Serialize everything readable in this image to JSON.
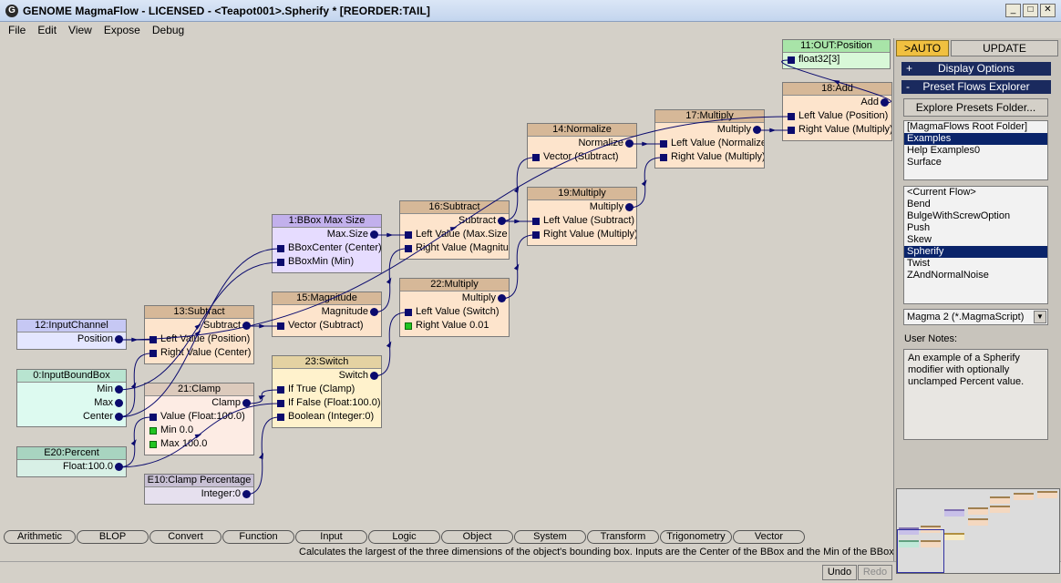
{
  "window": {
    "title": "GENOME MagmaFlow - LICENSED - <Teapot001>.Spherify *  [REORDER:TAIL]",
    "app_icon": "genome-logo-icon"
  },
  "window_buttons": {
    "minimize": "_",
    "maximize": "□",
    "close": "✕"
  },
  "menu": [
    "File",
    "Edit",
    "View",
    "Expose",
    "Debug"
  ],
  "nodes": {
    "out": {
      "title": "11:OUT:Position",
      "inputs": [
        "float32[3]"
      ]
    },
    "add18": {
      "title": "18:Add",
      "output": "Add",
      "inputs": [
        "Left Value (Position)",
        "Right Value (Multiply)"
      ]
    },
    "mul17": {
      "title": "17:Multiply",
      "output": "Multiply",
      "inputs": [
        "Left Value (Normalize",
        "Right Value (Multiply)"
      ]
    },
    "norm14": {
      "title": "14:Normalize",
      "output": "Normalize",
      "inputs": [
        "Vector (Subtract)"
      ]
    },
    "mul19": {
      "title": "19:Multiply",
      "output": "Multiply",
      "inputs": [
        "Left Value (Subtract)",
        "Right Value (Multiply)"
      ]
    },
    "sub16": {
      "title": "16:Subtract",
      "output": "Subtract",
      "inputs": [
        "Left Value (Max.Size",
        "Right Value (Magnitu"
      ]
    },
    "bbox1": {
      "title": "1:BBox Max Size",
      "output": "Max.Size",
      "inputs": [
        "BBoxCenter (Center)",
        "BBoxMin (Min)"
      ]
    },
    "mag15": {
      "title": "15:Magnitude",
      "output": "Magnitude",
      "inputs": [
        "Vector (Subtract)"
      ]
    },
    "mul22": {
      "title": "22:Multiply",
      "output": "Multiply",
      "inputs": [
        "Left Value (Switch)",
        "Right Value 0.01"
      ]
    },
    "sub13": {
      "title": "13:Subtract",
      "output": "Subtract",
      "inputs": [
        "Left Value (Position)",
        "Right Value (Center)"
      ]
    },
    "in12": {
      "title": "12:InputChannel",
      "outputs": [
        "Position"
      ]
    },
    "ibb0": {
      "title": "0:InputBoundBox",
      "outputs": [
        "Min",
        "Max",
        "Center"
      ]
    },
    "clamp21": {
      "title": "21:Clamp",
      "output": "Clamp",
      "inputs": [
        "Value (Float:100.0)",
        "Min 0.0",
        "Max 100.0"
      ]
    },
    "switch23": {
      "title": "23:Switch",
      "output": "Switch",
      "inputs": [
        "If True (Clamp)",
        "If False (Float:100.0)",
        "Boolean (Integer:0)"
      ]
    },
    "pct20": {
      "title": "E20:Percent",
      "outputs": [
        "Float:100.0"
      ]
    },
    "clampp10": {
      "title": "E10:Clamp Percentage",
      "outputs": [
        "Integer:0"
      ]
    }
  },
  "category_tabs": [
    "Arithmetic",
    "BLOP",
    "Convert",
    "Function",
    "Input",
    "Logic",
    "Object",
    "System",
    "Transform",
    "Trigonometry",
    "Vector"
  ],
  "status_text": "Calculates the largest of the three dimensions of the  object's bounding box. Inputs are the Center of the BBox and the Min of the BBox.",
  "undo": {
    "undo_label": "Undo",
    "redo_label": "Redo"
  },
  "panel": {
    "auto_label": ">AUTO",
    "update_label": "UPDATE",
    "display_options": {
      "sign": "+",
      "label": "Display Options"
    },
    "preset_explorer": {
      "sign": "-",
      "label": "Preset Flows Explorer"
    },
    "explore_button": "Explore Presets Folder...",
    "folders": [
      "[MagmaFlows Root Folder]",
      "Examples",
      "Help Examples0",
      "Surface"
    ],
    "selected_folder": "Examples",
    "flows": [
      "<Current Flow>",
      "Bend",
      "BulgeWithScrewOption",
      "Push",
      "Skew",
      "Spherify",
      "Twist",
      "ZAndNormalNoise"
    ],
    "selected_flow": "Spherify",
    "script_type": "Magma 2 (*.MagmaScript)",
    "notes_label": "User Notes:",
    "notes": "An example of a Spherify modifier with optionally unclamped Percent value."
  },
  "colors": {
    "accent": "#0a246a",
    "wire": "#0b0b6e",
    "auto_button": "#f0c040",
    "rollout": "#1a2a5e"
  }
}
